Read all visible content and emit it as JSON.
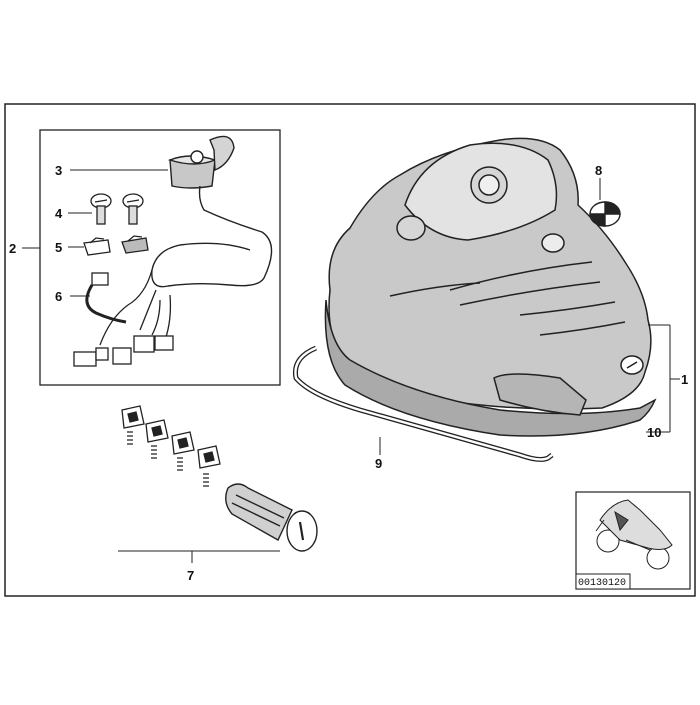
{
  "callouts": {
    "c1": "1",
    "c2": "2",
    "c3": "3",
    "c4": "4",
    "c5": "5",
    "c6": "6",
    "c7": "7",
    "c8": "8",
    "c9": "9",
    "c10": "10"
  },
  "thumbnail": {
    "ref_code": "00130120"
  }
}
